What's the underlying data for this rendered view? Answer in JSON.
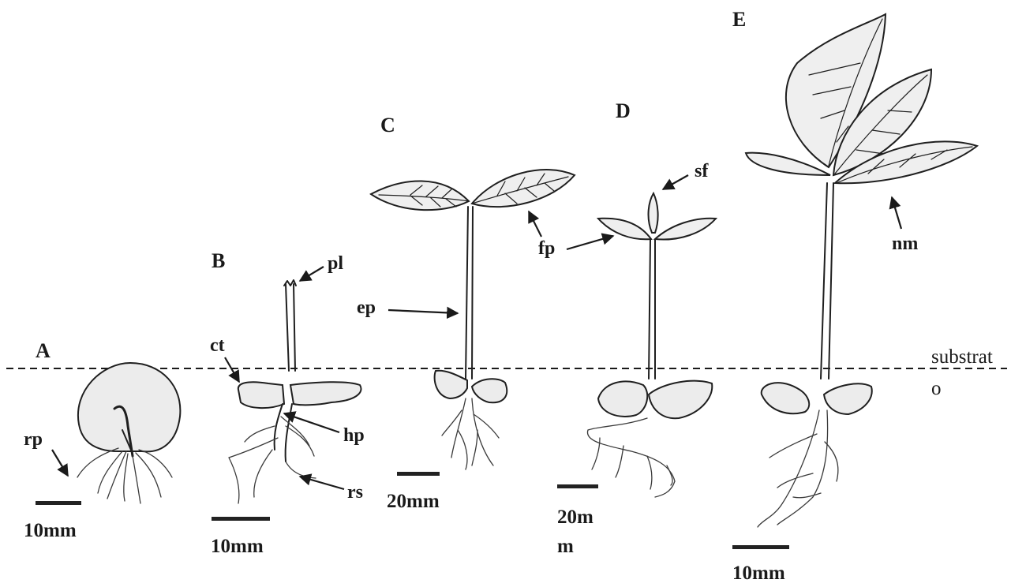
{
  "panels": {
    "a": {
      "letter": "A",
      "scale_label": "10mm",
      "parts": {
        "rp": "rp"
      }
    },
    "b": {
      "letter": "B",
      "scale_label": "10mm",
      "parts": {
        "pl": "pl",
        "ct": "ct",
        "hp": "hp",
        "rs": "rs"
      }
    },
    "c": {
      "letter": "C",
      "scale_label": "20mm",
      "parts": {
        "ep": "ep"
      }
    },
    "d": {
      "letter": "D",
      "scale_label_line1": "20m",
      "scale_label_line2": "m",
      "parts": {
        "sf": "sf",
        "fp": "fp"
      }
    },
    "e": {
      "letter": "E",
      "scale_label": "10mm",
      "parts": {
        "nm": "nm"
      }
    }
  },
  "substrate": {
    "label_line1": "substrat",
    "label_line2": "o"
  }
}
